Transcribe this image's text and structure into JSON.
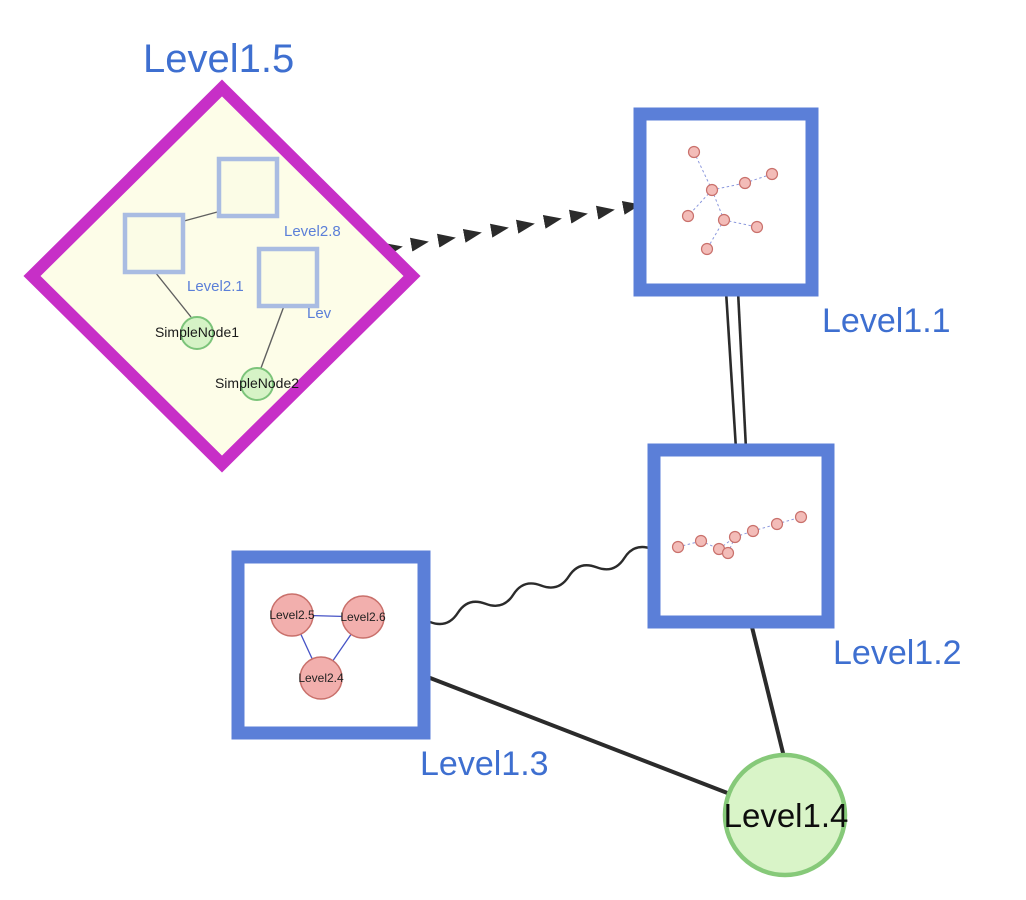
{
  "graph": {
    "labels": {
      "level15": "Level1.5",
      "level11": "Level1.1",
      "level12": "Level1.2",
      "level13": "Level1.3",
      "level14": "Level1.4"
    },
    "level15_inner": {
      "square_top_label": "Level2.8",
      "square_left_label": "Level2.1",
      "square_right_label": "Lev",
      "simple_node1": "SimpleNode1",
      "simple_node2": "SimpleNode2"
    },
    "level13_inner": {
      "left": "Level2.5",
      "right": "Level2.6",
      "bottom": "Level2.4"
    },
    "edges": [
      {
        "from": "Level1.5",
        "to": "Level1.1",
        "style": "dashed-arrows"
      },
      {
        "from": "Level1.1",
        "to": "Level1.2",
        "style": "double-line"
      },
      {
        "from": "Level1.2",
        "to": "Level1.3",
        "style": "wavy"
      },
      {
        "from": "Level1.3",
        "to": "Level1.4",
        "style": "solid"
      },
      {
        "from": "Level1.2",
        "to": "Level1.4",
        "style": "solid"
      }
    ],
    "level15_inner_edges": [
      {
        "from": "square_top",
        "to": "square_left"
      },
      {
        "from": "square_left",
        "to": "SimpleNode1"
      },
      {
        "from": "square_right",
        "to": "SimpleNode2"
      }
    ],
    "level13_inner_edges": [
      {
        "from": "Level2.5",
        "to": "Level2.6"
      },
      {
        "from": "Level2.5",
        "to": "Level2.4"
      },
      {
        "from": "Level2.6",
        "to": "Level2.4"
      }
    ],
    "colors": {
      "label_blue": "#3E6FD0",
      "node_border_blue": "#5B7FD8",
      "diamond_magenta": "#C72FC7",
      "diamond_fill": "#FDFDE8",
      "inner_square_border": "#A9BCE2",
      "green_fill": "#D9F4C8",
      "green_border": "#86C979",
      "pink_fill": "#F2AFAD",
      "pink_border": "#C9706B",
      "mini_edge_blue": "#8B98DD",
      "edge_black": "#2B2B2B"
    }
  }
}
